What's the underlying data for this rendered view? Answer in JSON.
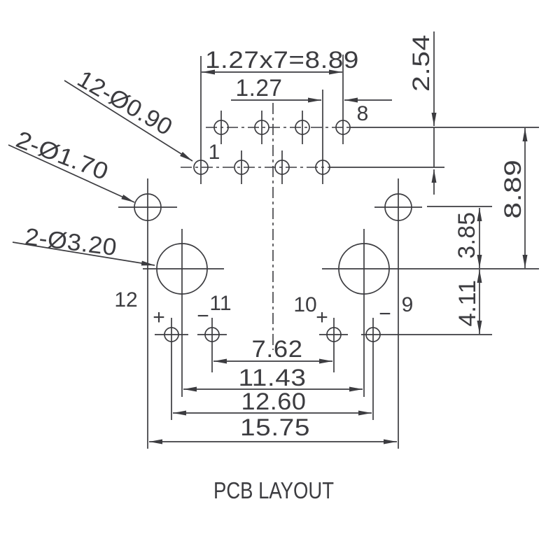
{
  "title": "PCB LAYOUT",
  "leaders": {
    "pin_holes": "12-Ø0.90",
    "shield_holes": "2-Ø1.70",
    "post_holes": "2-Ø3.20"
  },
  "dims": {
    "pin_pitch_total": "1.27x7=8.89",
    "pin_pitch": "1.27",
    "row_spacing": "2.54",
    "depth_total": "8.89",
    "shield_to_post": "3.85",
    "post_to_led": "4.11",
    "led_inner_span": "7.62",
    "post_span": "11.43",
    "led_outer_span": "12.60",
    "shield_span": "15.75"
  },
  "labels": {
    "pin1": "1",
    "pin8": "8",
    "pin9": "9",
    "pin10": "10",
    "pin11": "11",
    "pin12": "12",
    "plus_left": "+",
    "minus_left": "−",
    "plus_right": "+",
    "minus_right": "−"
  },
  "colors": {
    "ink": "#3c3c40",
    "background": "#ffffff"
  }
}
